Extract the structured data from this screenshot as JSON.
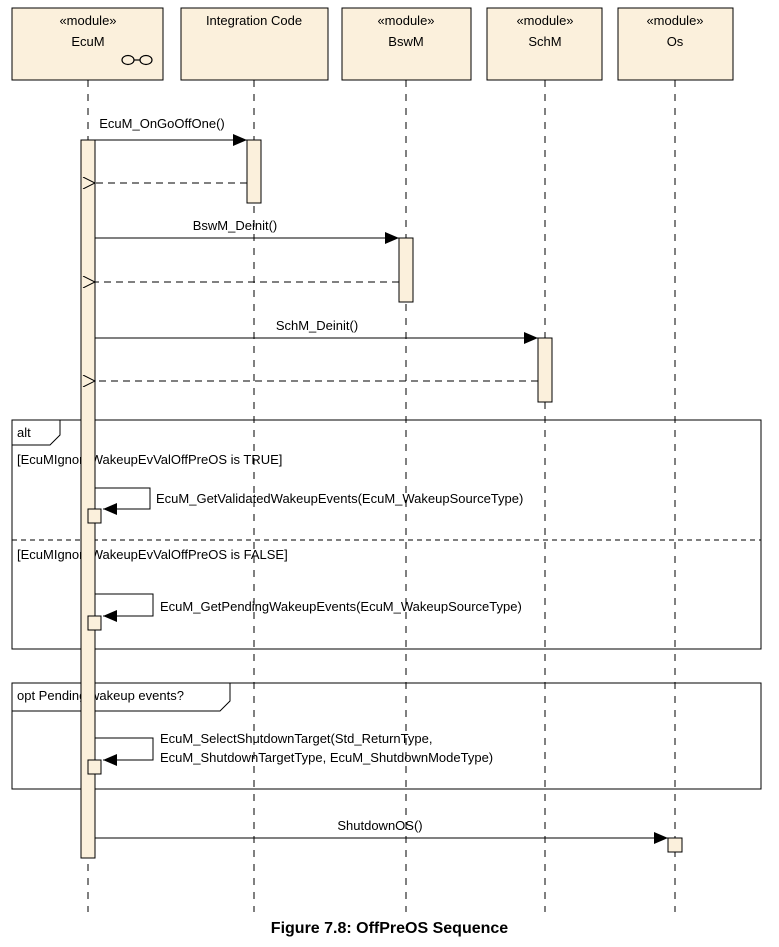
{
  "lifelines": [
    {
      "id": "ecum",
      "stereotype": "«module»",
      "name": "EcuM",
      "icon": "subsystem-glasses-icon"
    },
    {
      "id": "integration",
      "stereotype": "",
      "name": "Integration Code"
    },
    {
      "id": "bswm",
      "stereotype": "«module»",
      "name": "BswM"
    },
    {
      "id": "schm",
      "stereotype": "«module»",
      "name": "SchM"
    },
    {
      "id": "os",
      "stereotype": "«module»",
      "name": "Os"
    }
  ],
  "messages": [
    {
      "id": "m1",
      "label": "EcuM_OnGoOffOne()"
    },
    {
      "id": "m2",
      "label": "BswM_Deinit()"
    },
    {
      "id": "m3",
      "label": "SchM_Deinit()"
    },
    {
      "id": "m4",
      "label": "EcuM_GetValidatedWakeupEvents(EcuM_WakeupSourceType)"
    },
    {
      "id": "m5",
      "label": "EcuM_GetPendingWakeupEvents(EcuM_WakeupSourceType)"
    },
    {
      "id": "m6",
      "label": [
        "EcuM_SelectShutdownTarget(Std_ReturnType,",
        "EcuM_ShutdownTargetType, EcuM_ShutdownModeType)"
      ]
    },
    {
      "id": "m7",
      "label": "ShutdownOS()"
    }
  ],
  "fragments": {
    "alt": {
      "operator": "alt",
      "guards": [
        "[EcuMIgnoreWakeupEvValOffPreOS is TRUE]",
        "[EcuMIgnoreWakeupEvValOffPreOS is FALSE]"
      ]
    },
    "opt": {
      "operator": "opt Pending wakeup events?"
    }
  },
  "caption": "Figure 7.8: OffPreOS Sequence",
  "colors": {
    "box_fill": "#fbf0dc",
    "activation_fill": "#fbf0dc",
    "line": "#000000"
  }
}
